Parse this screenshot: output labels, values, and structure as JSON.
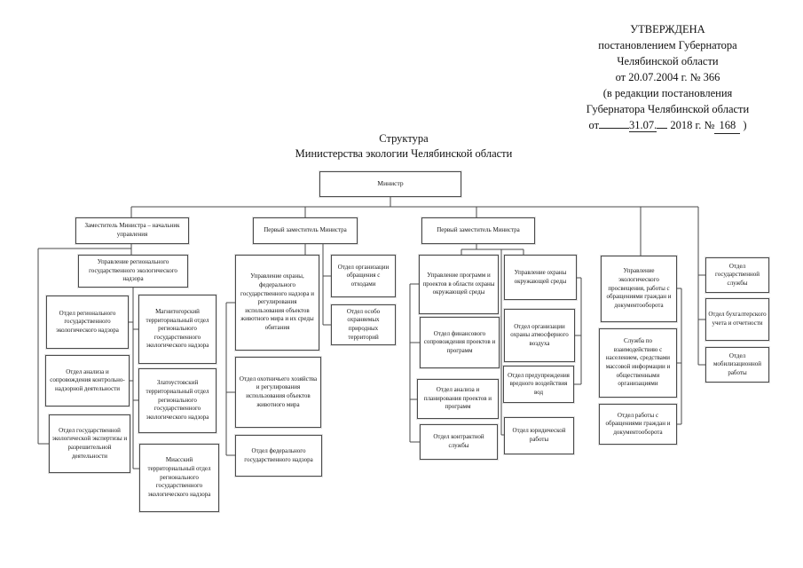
{
  "approval": {
    "lines": [
      "УТВЕРЖДЕНА",
      "постановлением Губернатора",
      "Челябинской области",
      "от 20.07.2004 г. № 366",
      "(в редакции постановления",
      "Губернатора Челябинской области"
    ],
    "last_line": {
      "prefix": "от",
      "date": "31.07.",
      "middle": "2018 г. №",
      "number": "168",
      "suffix": ")"
    }
  },
  "title": {
    "line1": "Структура",
    "line2": "Министерства экологии Челябинской области"
  },
  "boxes": {
    "minister": "Министр",
    "deputy_minister": "Заместитель Министра – начальник управления",
    "first_deputy_1": "Первый заместитель Министра",
    "first_deputy_2": "Первый заместитель Министра",
    "upr_regional": "Управление регионального государственного экологического надзора",
    "otd_regional": "Отдел регионального государственного экологического надзора",
    "otd_analiz": "Отдел анализа и сопровождения контрольно-надзорной деятельности",
    "otd_expertiza": "Отдел государственной экологической экспертизы и разрешительной деятельности",
    "otd_magnitogorsk": "Магнитогорский территориальный отдел регионального государственного экологического надзора",
    "otd_zlatoust": "Златоустовский территориальный отдел регионального государственного экологического надзора",
    "otd_miass": "Миасский территориальный отдел регионального государственного экологического надзора",
    "upr_ohrany_fed": "Управление охраны, федерального государственного надзора и регулирования использования объектов животного мира и их среды обитания",
    "otd_ohotnichego": "Отдел охотничьего хозяйства и регулирования использования объектов животного мира",
    "otd_federalnogo": "Отдел федерального государственного надзора",
    "otd_othody": "Отдел организации обращения с отходами",
    "otd_oopt": "Отдел особо охраняемых природных территорий",
    "upr_programm": "Управление программ и проектов в области охраны окружающей среды",
    "otd_finansovogo": "Отдел финансового сопровождения проектов и программ",
    "otd_analiza_planirovaniya": "Отдел анализа и планирования проектов и программ",
    "otd_kontraktnoy": "Отдел контрактной службы",
    "upr_ohrany_os": "Управление охраны окружающей среды",
    "otd_atmosfernogo": "Отдел организации охраны атмосферного воздуха",
    "otd_vod": "Отдел предупреждения вредного воздействия вод",
    "otd_yuridicheskoy": "Отдел юридической работы",
    "upr_prosveshcheniya": "Управление экологического просвещения, работы с обращениями граждан и документооборота",
    "sluzhba_vzaimodeystviya": "Служба по взаимодействию с населением, средствами массовой информации и общественными организациями",
    "otd_obrashcheniy": "Отдел работы с обращениями граждан и документооборота",
    "otd_gossluzhby": "Отдел государственной службы",
    "otd_buhucheta": "Отдел бухгалтерского учета и отчетности",
    "otd_mobilizatsionnoy": "Отдел мобилизационной работы"
  },
  "colors": {
    "line": "#4a4a4a",
    "text": "#1a1a1a",
    "background": "#ffffff"
  }
}
